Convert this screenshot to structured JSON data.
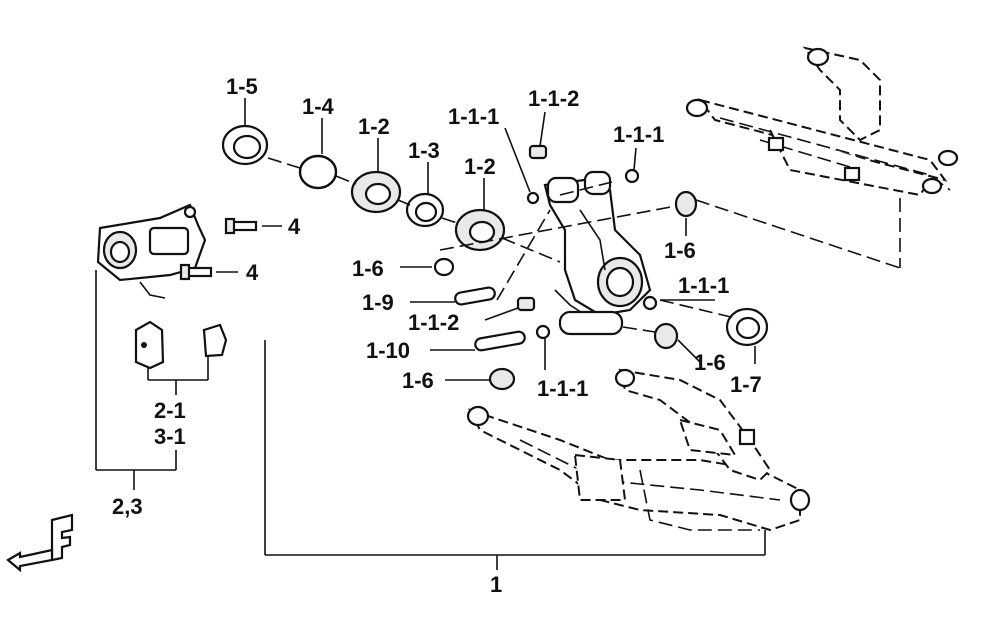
{
  "callouts": {
    "c_1_5": "1-5",
    "c_1_4": "1-4",
    "c_1_2_a": "1-2",
    "c_1_3": "1-3",
    "c_1_2_b": "1-2",
    "c_1_1_1_a": "1-1-1",
    "c_1_1_2_a": "1-1-2",
    "c_1_1_1_b": "1-1-1",
    "c_4_a": "4",
    "c_4_b": "4",
    "c_1_6_a": "1-6",
    "c_1_6_b": "1-6",
    "c_1_9": "1-9",
    "c_1_1_2_b": "1-1-2",
    "c_1_1_1_c": "1-1-1",
    "c_1_10": "1-10",
    "c_1_6_c": "1-6",
    "c_1_6_d": "1-6",
    "c_1_7": "1-7",
    "c_1_1_1_d": "1-1-1",
    "c_2_1": "2-1",
    "c_3_1": "3-1",
    "c_2_3": "2,3",
    "c_1": "1"
  },
  "front_marker": "F"
}
